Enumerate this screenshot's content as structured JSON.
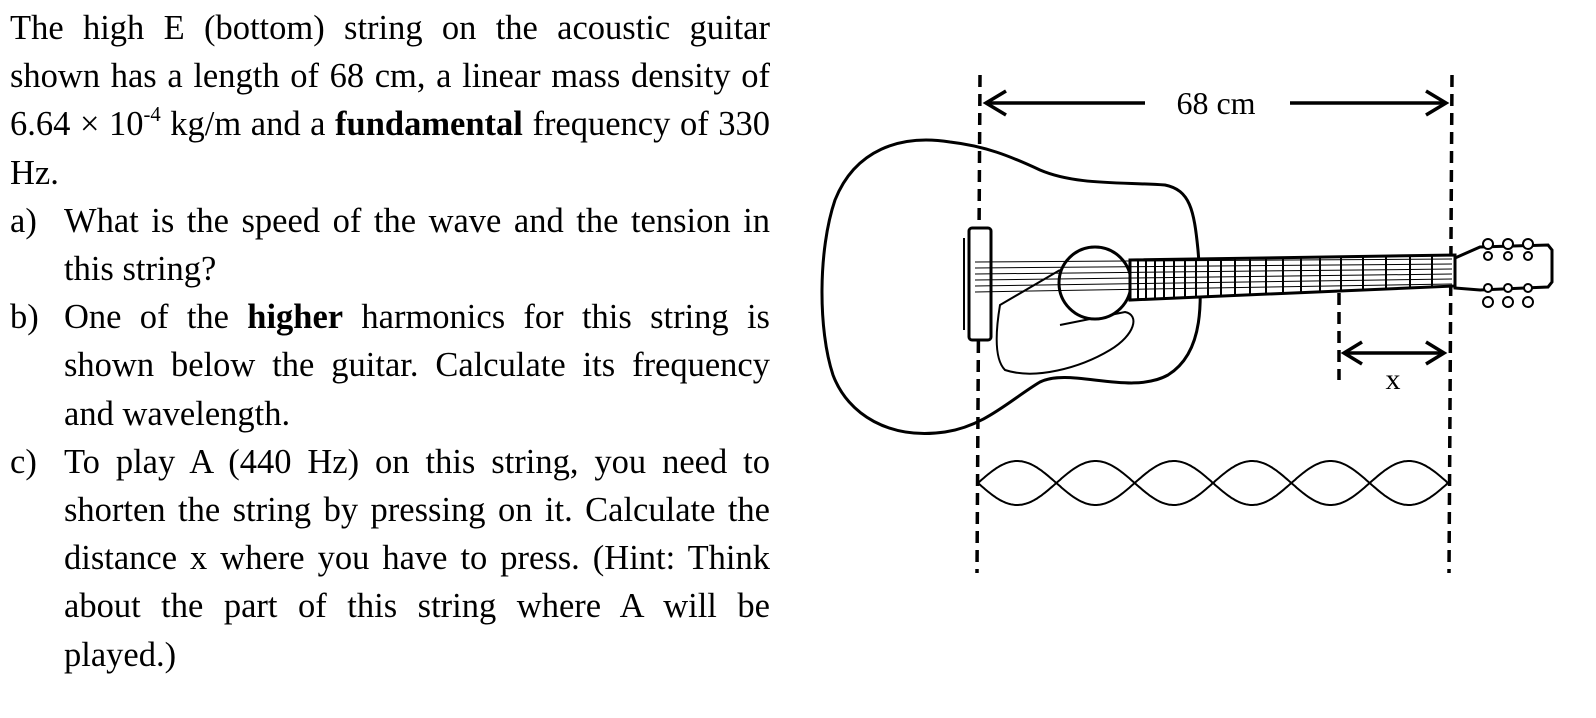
{
  "problem": {
    "intro": {
      "p1": "The high E (bottom) string on the acoustic guitar shown has a length of 68 cm, a linear mass density of 6.64 × 10",
      "exp": "-4",
      "p2": " kg/m and a ",
      "bold": "fundamental",
      "p3": " frequency of 330 Hz."
    },
    "qa": {
      "letter": "a)",
      "text": "What is the speed of the wave and the tension in this string?"
    },
    "qb": {
      "letter": "b)",
      "pre": "One of the ",
      "bold": "higher",
      "post": " harmonics for this string is shown below the guitar.  Calculate its frequency and wavelength."
    },
    "qc": {
      "letter": "c)",
      "text": "To play A (440 Hz) on this string, you need to shorten the string by pressing on it.  Calculate the distance x where you have to press.  (Hint: Think about the part of this string where A will be played.)"
    }
  },
  "figure": {
    "length_label": "68 cm",
    "x_label": "x",
    "wave_loops": 6
  }
}
